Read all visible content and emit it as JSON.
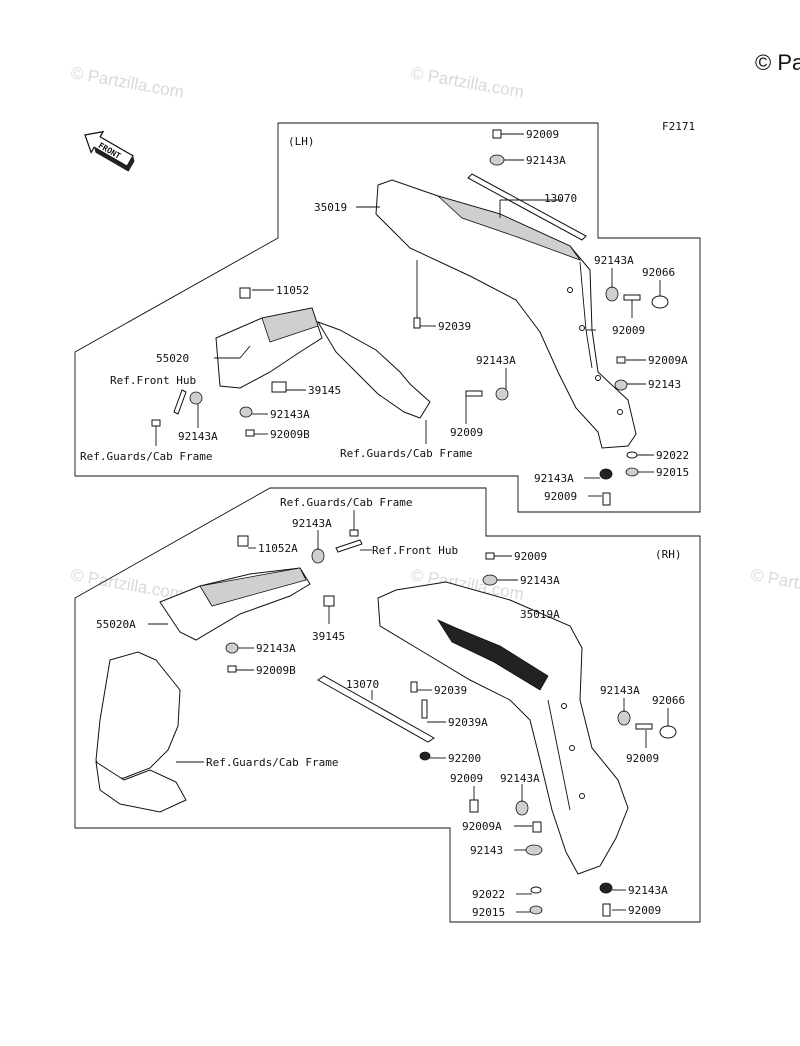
{
  "diagram_id": "F2171",
  "copyright": "© Pa",
  "watermark": "© Partzilla.com",
  "front_label": "FRONT",
  "section_labels": {
    "lh": "(LH)",
    "rh": "(RH)"
  },
  "labels": {
    "lh": {
      "p92009_top": "92009",
      "p92143a_top": "92143A",
      "p13070": "13070",
      "p35019": "35019",
      "p92143a_r": "92143A",
      "p92066": "92066",
      "p92009_r": "92009",
      "p11052": "11052",
      "p92039": "92039",
      "p55020": "55020",
      "ref_front_hub": "Ref.Front Hub",
      "p92143a_mid": "92143A",
      "p92009a": "92009A",
      "p92143": "92143",
      "p39145": "39145",
      "p92143a_bot": "92143A",
      "p92143a_left": "92143A",
      "p92009b": "92009B",
      "p92009_mid": "92009",
      "ref_guards_left": "Ref.Guards/Cab Frame",
      "ref_guards_right": "Ref.Guards/Cab Frame",
      "p92022": "92022",
      "p92143a_lower": "92143A",
      "p92015": "92015",
      "p92009_lower": "92009"
    },
    "rh": {
      "ref_guards_top": "Ref.Guards/Cab Frame",
      "p92143a_top": "92143A",
      "p11052a": "11052A",
      "ref_front_hub": "Ref.Front Hub",
      "p92009_top": "92009",
      "p92143a_2": "92143A",
      "p35019a": "35019A",
      "p55020a": "55020A",
      "p39145": "39145",
      "p92143a_left": "92143A",
      "p92009b": "92009B",
      "p13070": "13070",
      "p92039": "92039",
      "p92039a": "92039A",
      "p92143a_r": "92143A",
      "p92066": "92066",
      "p92200": "92200",
      "ref_guards_bottom": "Ref.Guards/Cab Frame",
      "p92009_r": "92009",
      "p92009_mid": "92009",
      "p92143a_mid": "92143A",
      "p92009a": "92009A",
      "p92143": "92143",
      "p92022": "92022",
      "p92143a_low": "92143A",
      "p92015": "92015",
      "p92009_low": "92009"
    }
  }
}
